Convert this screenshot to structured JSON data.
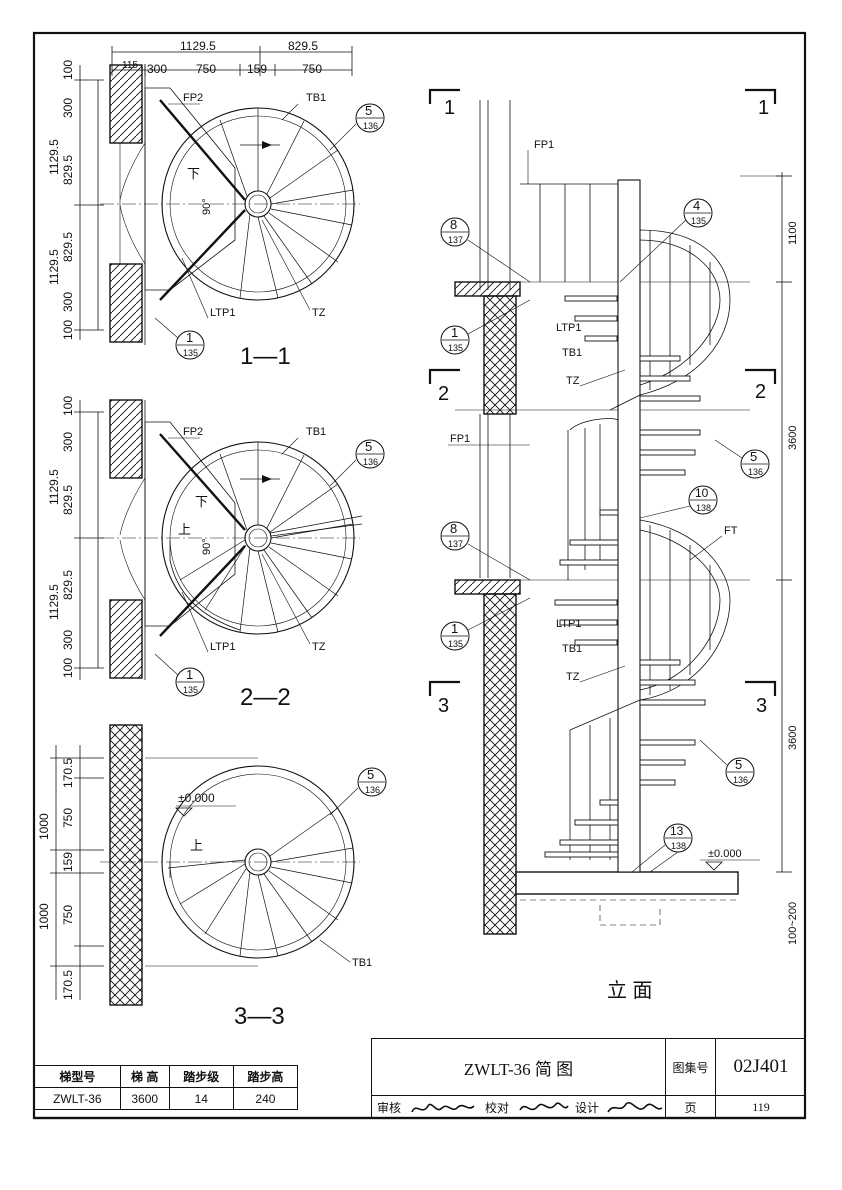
{
  "sections": {
    "s1": "1—1",
    "s2": "2—2",
    "s3": "3—3",
    "elev": "立 面",
    "cut1": "1",
    "cut2": "2",
    "cut3": "3"
  },
  "dims": {
    "top_a": "1129.5",
    "top_b": "829.5",
    "top_c": "300",
    "top_d": "750",
    "top_e": "159",
    "top_f": "750",
    "top_g": "115",
    "v100": "100",
    "v300": "300",
    "v1129": "1129.5",
    "v829": "829.5",
    "v170": "170.5",
    "v750": "750",
    "v1000": "1000",
    "v159": "159",
    "e1100": "1100",
    "e3600a": "3600",
    "e3600b": "3600",
    "e100200": "100~200",
    "ang": "90°"
  },
  "labels": {
    "fp1": "FP1",
    "fp2": "FP2",
    "tb1": "TB1",
    "ltp1": "LTP1",
    "tz": "TZ",
    "ft": "FT",
    "down": "下",
    "up": "上",
    "zero": "±0.000"
  },
  "refs": {
    "r5": "5",
    "r136": "136",
    "r1": "1",
    "r135": "135",
    "r8": "8",
    "r137": "137",
    "r4": "4",
    "r10": "10",
    "r138": "138",
    "r13": "13"
  },
  "spec_table": {
    "headers": [
      "梯型号",
      "梯 高",
      "踏步级",
      "踏步高"
    ],
    "row": [
      "ZWLT-36",
      "3600",
      "14",
      "240"
    ]
  },
  "title_block": {
    "title": "ZWLT-36 简 图",
    "atlas_label": "图集号",
    "atlas_no": "02J401",
    "review": "审核",
    "check": "校对",
    "design": "设计",
    "page_label": "页",
    "page_no": "119"
  }
}
